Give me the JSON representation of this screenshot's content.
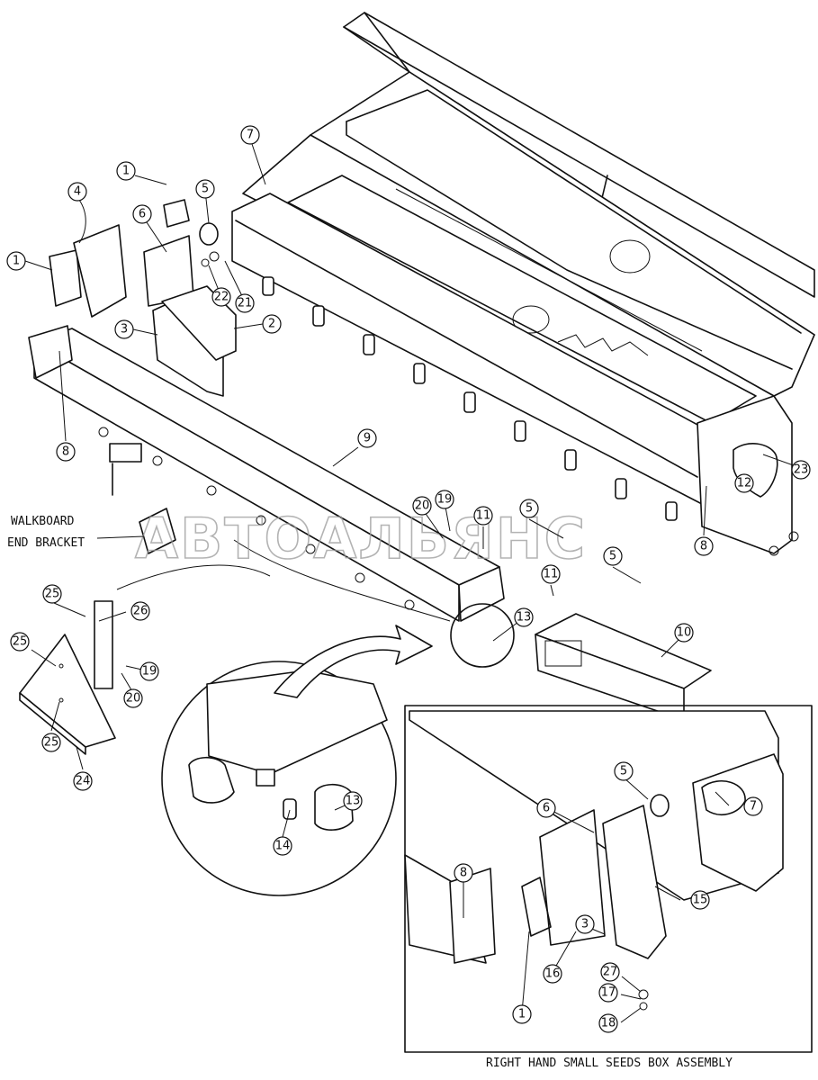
{
  "labels": {
    "walkboard_line1": "WALKBOARD",
    "walkboard_line2": "END BRACKET",
    "assembly_caption": "RIGHT HAND SMALL SEEDS BOX ASSEMBLY",
    "watermark": "АВТОАЛЬЯНС"
  },
  "callouts": {
    "c1a": "1",
    "c1b": "1",
    "c1c": "1",
    "c2": "2",
    "c3a": "3",
    "c3b": "3",
    "c4": "4",
    "c5a": "5",
    "c5b": "5",
    "c5c": "5",
    "c5d": "5",
    "c6a": "6",
    "c6b": "6",
    "c7a": "7",
    "c7b": "7",
    "c8a": "8",
    "c8b": "8",
    "c8c": "8",
    "c9": "9",
    "c10": "10",
    "c11a": "11",
    "c11b": "11",
    "c12": "12",
    "c13a": "13",
    "c13b": "13",
    "c14": "14",
    "c15": "15",
    "c16": "16",
    "c17": "17",
    "c18": "18",
    "c19a": "19",
    "c19b": "19",
    "c20a": "20",
    "c20b": "20",
    "c21": "21",
    "c22": "22",
    "c23": "23",
    "c24": "24",
    "c25a": "25",
    "c25b": "25",
    "c25c": "25",
    "c26": "26",
    "c27": "27"
  }
}
